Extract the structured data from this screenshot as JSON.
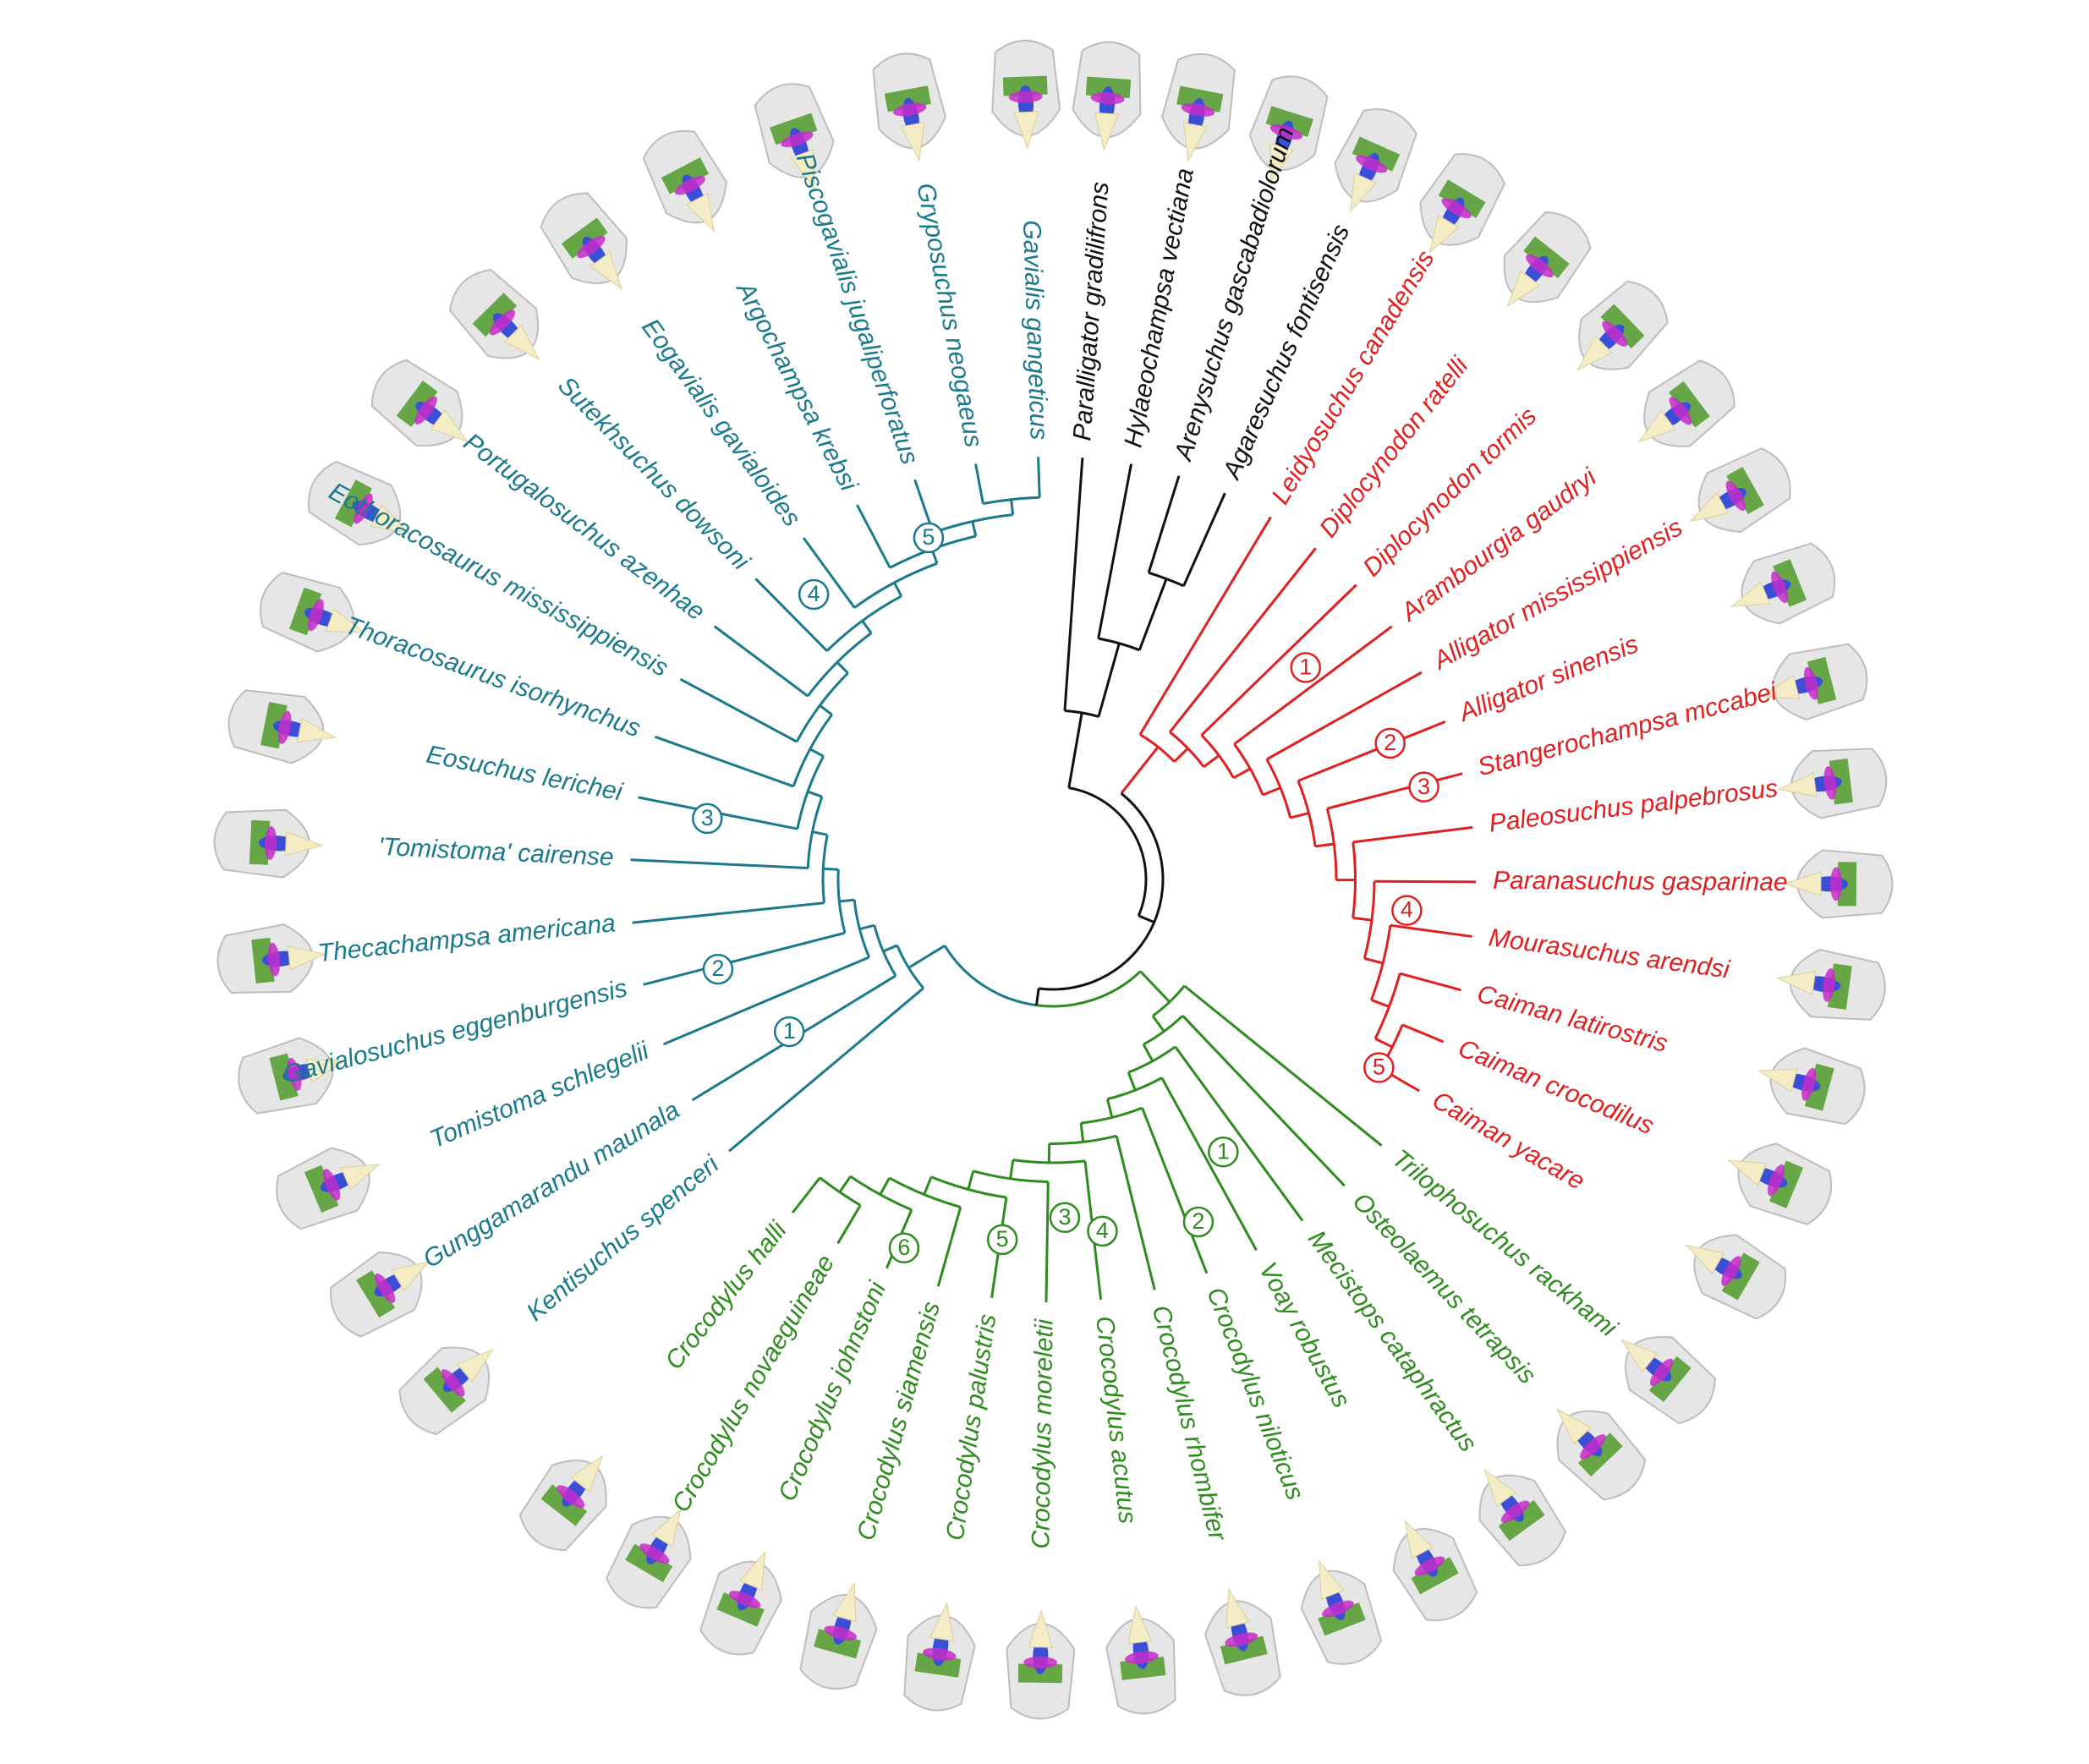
{
  "colors": {
    "basal": "#111111",
    "gavialoidea": "#1a7a8c",
    "alligatoroidea": "#e02020",
    "crocodyloidea": "#2e8b1e"
  },
  "taxa": {
    "basal": [
      {
        "name": "Paralligator gradilifrons"
      },
      {
        "name": "Hylaeochampsa vectiana"
      },
      {
        "name": "Arenysuchus gascabadiolorum"
      },
      {
        "name": "Agaresuchus fontisensis"
      }
    ],
    "alligatoroidea": [
      {
        "name": "Leidyosuchus canadensis"
      },
      {
        "name": "Diplocynodon ratelli"
      },
      {
        "name": "Diplocynodon tormis"
      },
      {
        "name": "Arambourgia gaudryi"
      },
      {
        "name": "Alligator mississippiensis"
      },
      {
        "name": "Alligator sinensis"
      },
      {
        "name": "Stangerochampsa mccabei"
      },
      {
        "name": "Paleosuchus palpebrosus"
      },
      {
        "name": "Paranasuchus gasparinae"
      },
      {
        "name": "Mourasuchus arendsi"
      },
      {
        "name": "Caiman latirostris"
      },
      {
        "name": "Caiman crocodilus"
      },
      {
        "name": "Caiman yacare"
      }
    ],
    "crocodyloidea": [
      {
        "name": "Trilophosuchus rackhami"
      },
      {
        "name": "Osteolaemus tetrapsis"
      },
      {
        "name": "Mecistops cataphractus"
      },
      {
        "name": "Voay robustus"
      },
      {
        "name": "Crocodylus niloticus"
      },
      {
        "name": "Crocodylus rhombifer"
      },
      {
        "name": "Crocodylus acutus"
      },
      {
        "name": "Crocodylus moreletii"
      },
      {
        "name": "Crocodylus palustris"
      },
      {
        "name": "Crocodylus siamensis"
      },
      {
        "name": "Crocodylus johnstoni"
      },
      {
        "name": "Crocodylus novaeguineae"
      },
      {
        "name": "Crocodylus halli"
      }
    ],
    "gavialoidea": [
      {
        "name": "Kentisuchus spenceri"
      },
      {
        "name": "Gunggamarandu maunala"
      },
      {
        "name": "Tomistoma schlegelii"
      },
      {
        "name": "Gavialosuchus eggenburgensis"
      },
      {
        "name": "Thecachampsa americana"
      },
      {
        "name": "'Tomistoma' cairense"
      },
      {
        "name": "Eosuchus lerichei"
      },
      {
        "name": "Thoracosaurus isorhynchus"
      },
      {
        "name": "Eothoracosaurus mississippiensis"
      },
      {
        "name": "Portugalosuchus azenhae"
      },
      {
        "name": "Sutekhsuchus dowsoni"
      },
      {
        "name": "Eogavialis gavialoides"
      },
      {
        "name": "Argochampsa krebsi"
      },
      {
        "name": "Piscogavialis jugaliperforatus"
      },
      {
        "name": "Gryposuchus neogaeus"
      },
      {
        "name": "Gavialis gangeticus"
      }
    ]
  },
  "nodes": {
    "alligatoroidea": [
      "1",
      "2",
      "3",
      "4",
      "5"
    ],
    "crocodyloidea": [
      "1",
      "2",
      "3",
      "4",
      "5",
      "6"
    ],
    "gavialoidea": [
      "1",
      "2",
      "3",
      "4",
      "5"
    ]
  }
}
